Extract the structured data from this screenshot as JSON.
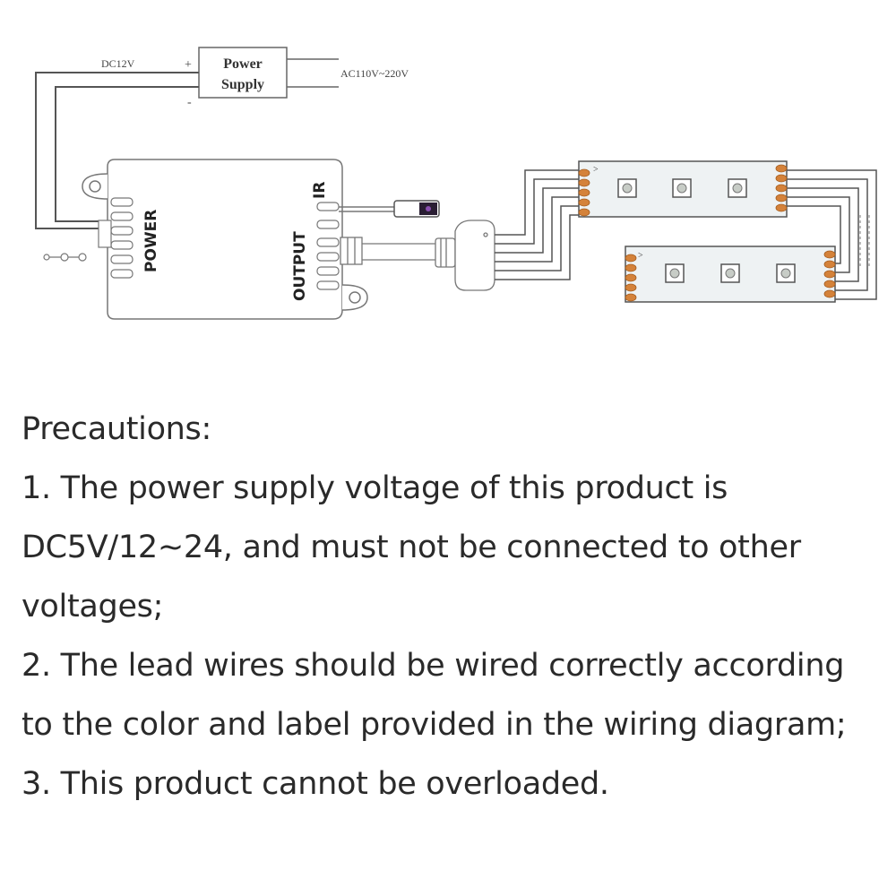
{
  "diagram": {
    "dc_label": "DC12V",
    "plus_sign": "+",
    "minus_sign": "-",
    "power_supply_line1": "Power",
    "power_supply_line2": "Supply",
    "ac_label": "AC110V~220V",
    "power_port_label": "POWER",
    "output_port_label": "OUTPUT",
    "ir_port_label": "IR",
    "colors": {
      "line": "#555555",
      "led_pad": "#d4823a",
      "strip_bg": "#eef2f3"
    }
  },
  "precautions": {
    "title": "Precautions:",
    "lines": [
      "1. The power supply voltage of this product is",
      "DC5V/12~24, and must not be connected to other",
      "voltages;",
      "2. The lead wires should be wired correctly according",
      "to the color and label provided in the wiring diagram;",
      "3. This product cannot be overloaded."
    ]
  }
}
